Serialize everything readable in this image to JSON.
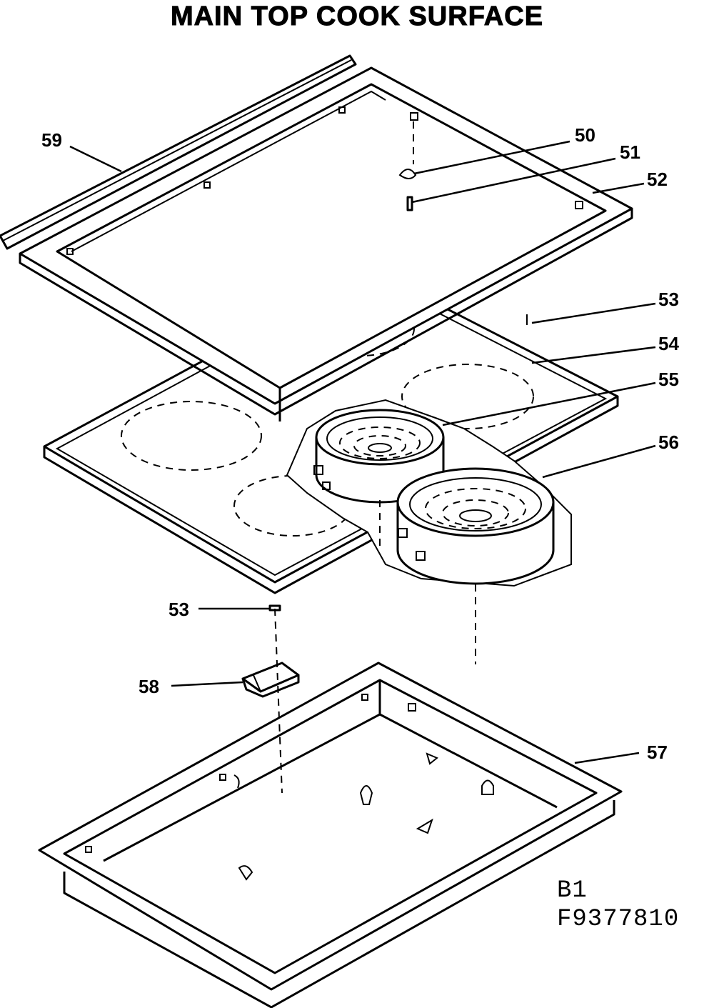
{
  "title": "MAIN TOP COOK SURFACE",
  "part_labels": {
    "p50": "50",
    "p51": "51",
    "p52": "52",
    "p53_top": "53",
    "p54": "54",
    "p55": "55",
    "p56": "56",
    "p53_left": "53",
    "p58": "58",
    "p57": "57",
    "p59": "59"
  },
  "codes": {
    "line1": "B1",
    "line2": "F9377810"
  }
}
